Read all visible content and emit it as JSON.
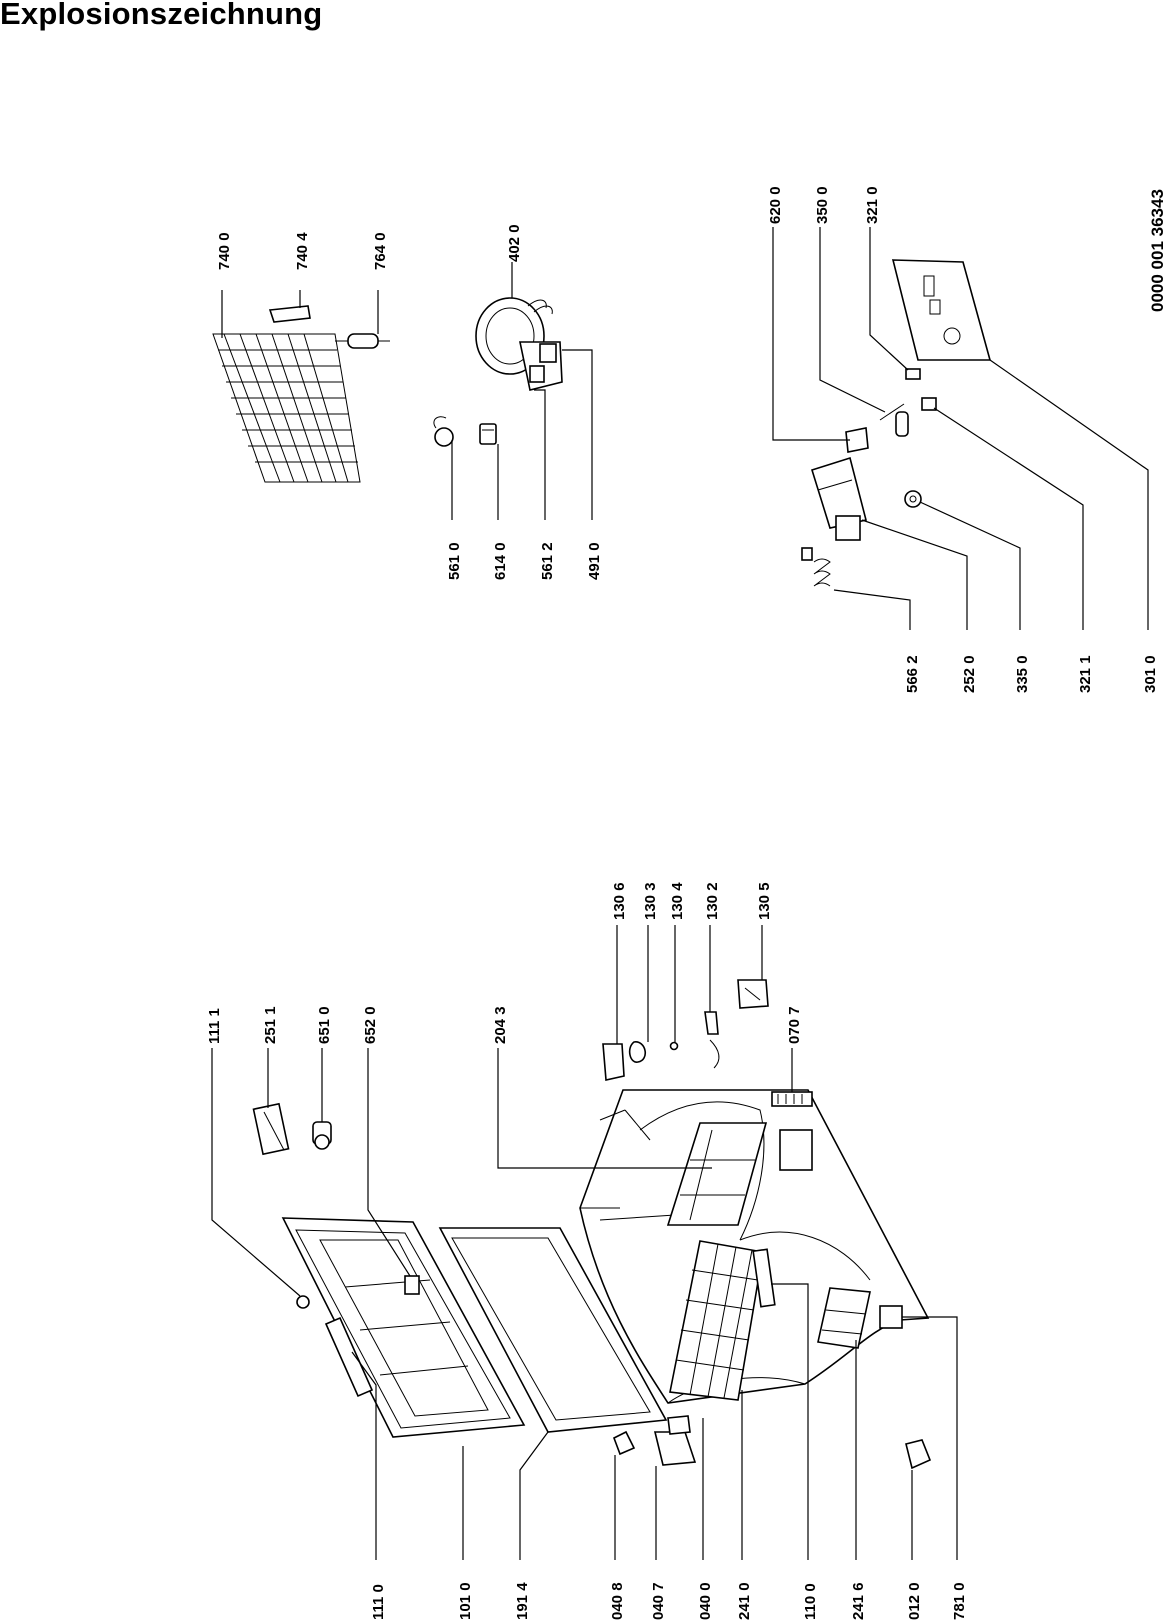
{
  "title": "Explosionszeichnung",
  "drawing_number": "0000 001 36343",
  "callouts_main": [
    "111 0",
    "101 0",
    "191 4",
    "040 8",
    "040 7",
    "040 0",
    "241 0",
    "110 0",
    "241 6",
    "012 0",
    "781 0"
  ],
  "callouts_upper_right": [
    "111 1",
    "251 1",
    "651 0",
    "652 0",
    "204 3",
    "070 7",
    "130 6",
    "130 3",
    "130 4",
    "130 2",
    "130 5"
  ],
  "callouts_refrigeration_bottom": [
    "561 0",
    "614 0",
    "561 2",
    "491 0"
  ],
  "callouts_refrigeration_top": [
    "740 0",
    "740 4",
    "764 0",
    "402 0"
  ],
  "callouts_controls_bottom": [
    "566 2",
    "252 0",
    "335 0",
    "321 1",
    "301 0"
  ],
  "callouts_controls_top": [
    "620 0",
    "350 0",
    "321 0"
  ]
}
